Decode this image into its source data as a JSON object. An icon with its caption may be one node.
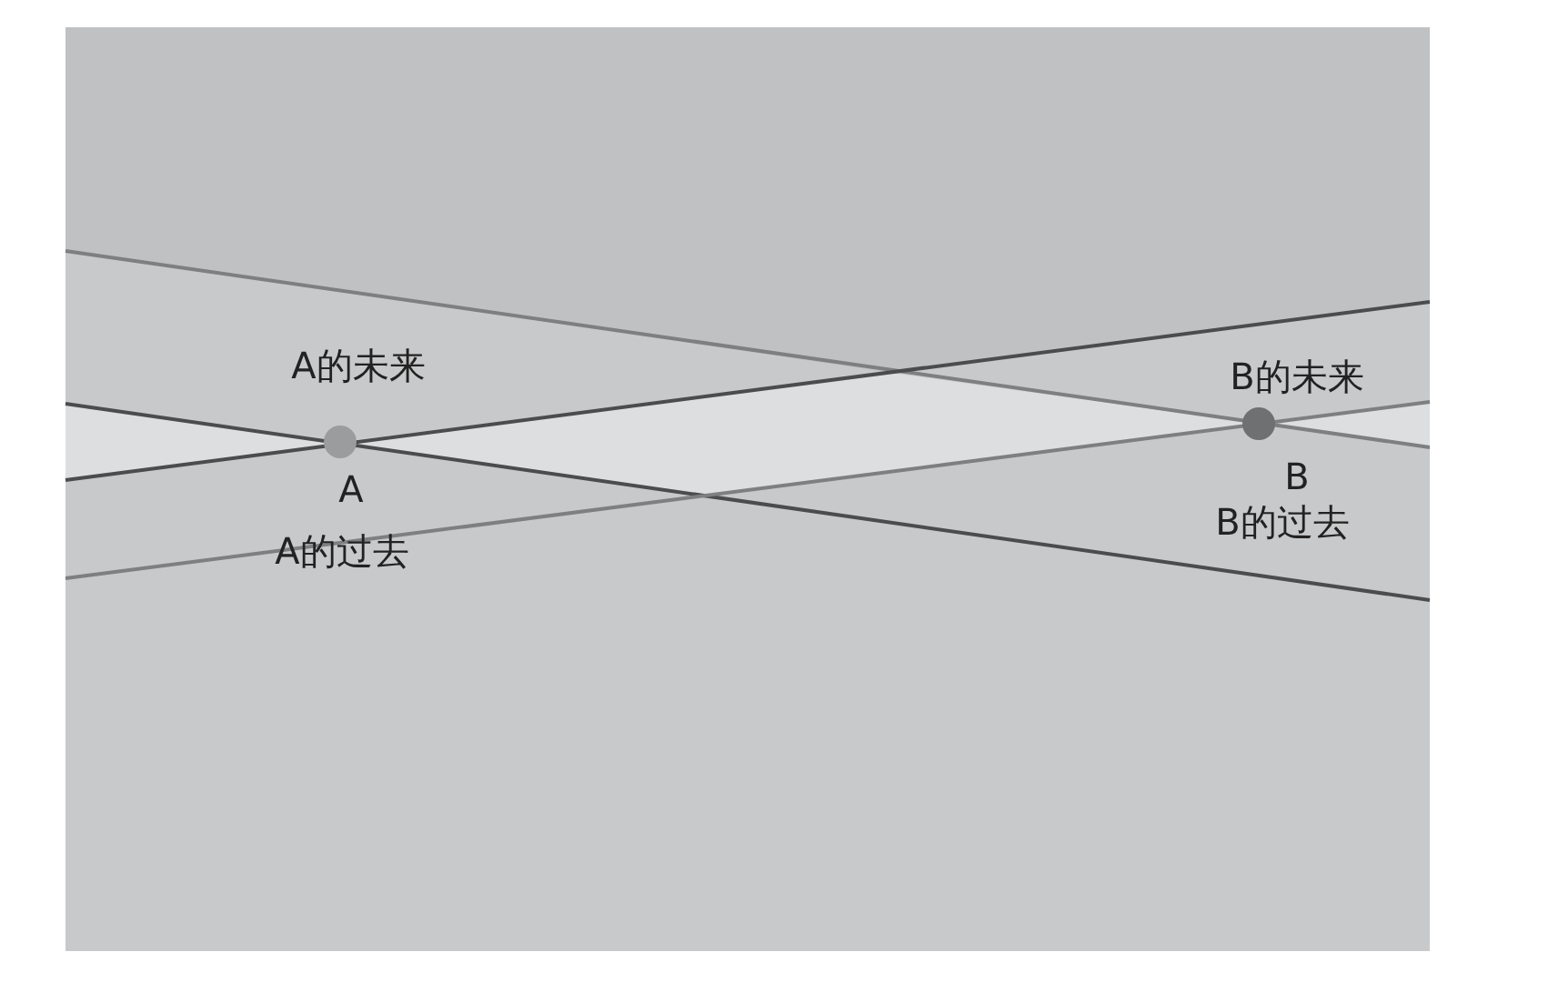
{
  "diagram": {
    "nodes": [
      {
        "text": [
          "A"
        ]
      },
      {
        "text": [
          "B"
        ]
      }
    ],
    "labels": [
      "A的未来",
      "A的过去",
      "B的未来",
      "B的过去"
    ]
  }
}
